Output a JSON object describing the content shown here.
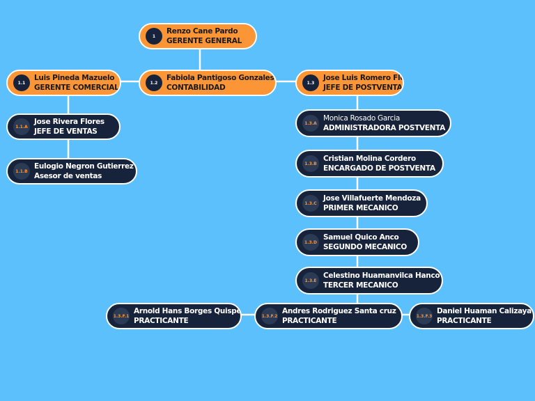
{
  "nodes": {
    "n1": {
      "num": "1",
      "name": "Renzo Cane Pardo",
      "role": "GERENTE GENERAL"
    },
    "n11": {
      "num": "1.1",
      "name": "Luis Pineda Mazuelo",
      "role": "GERENTE COMERCIAL"
    },
    "n12": {
      "num": "1.2",
      "name": "Fabiola Pantigoso Gonzales",
      "role": "CONTABILIDAD"
    },
    "n13": {
      "num": "1.3",
      "name": "Jose Luis Romero Flores",
      "role": "JEFE DE POSTVENTAS"
    },
    "n11a": {
      "num": "1.1.A",
      "name": "Jose Rivera Flores",
      "role": "JEFE DE VENTAS"
    },
    "n11b": {
      "num": "1.1.B",
      "name": "Eulogio Negron Gutierrez",
      "role": "Asesor de ventas"
    },
    "n13a": {
      "num": "1.3.A",
      "name": "Monica Rosado Garcia",
      "role": "ADMINISTRADORA POSTVENTA"
    },
    "n13b": {
      "num": "1.3.B",
      "name": "Cristian Molina Cordero",
      "role": "ENCARGADO DE POSTVENTA"
    },
    "n13c": {
      "num": "1.3.C",
      "name": "Jose Villafuerte Mendoza",
      "role": "PRIMER MECANICO"
    },
    "n13d": {
      "num": "1.3.D",
      "name": "Samuel Quico Anco",
      "role": "SEGUNDO MECANICO"
    },
    "n13e": {
      "num": "1.3.E",
      "name": "Celestino Huamanvilca Hanco",
      "role": "TERCER MECANICO"
    },
    "n13f1": {
      "num": "1.3.F.1",
      "name": "Arnold Hans Borges Quispe",
      "role": "PRACTICANTE"
    },
    "n13f2": {
      "num": "1.3.F.2",
      "name": "Andres Rodriguez Santa cruz",
      "role": "PRACTICANTE"
    },
    "n13f3": {
      "num": "1.3.F.3",
      "name": "Daniel Huaman Calizaya",
      "role": "PRACTICANTE"
    }
  },
  "colors": {
    "background": "#5bc0fb",
    "accent": "#fc9536",
    "dark": "#17233a",
    "connector": "#ffffff"
  }
}
